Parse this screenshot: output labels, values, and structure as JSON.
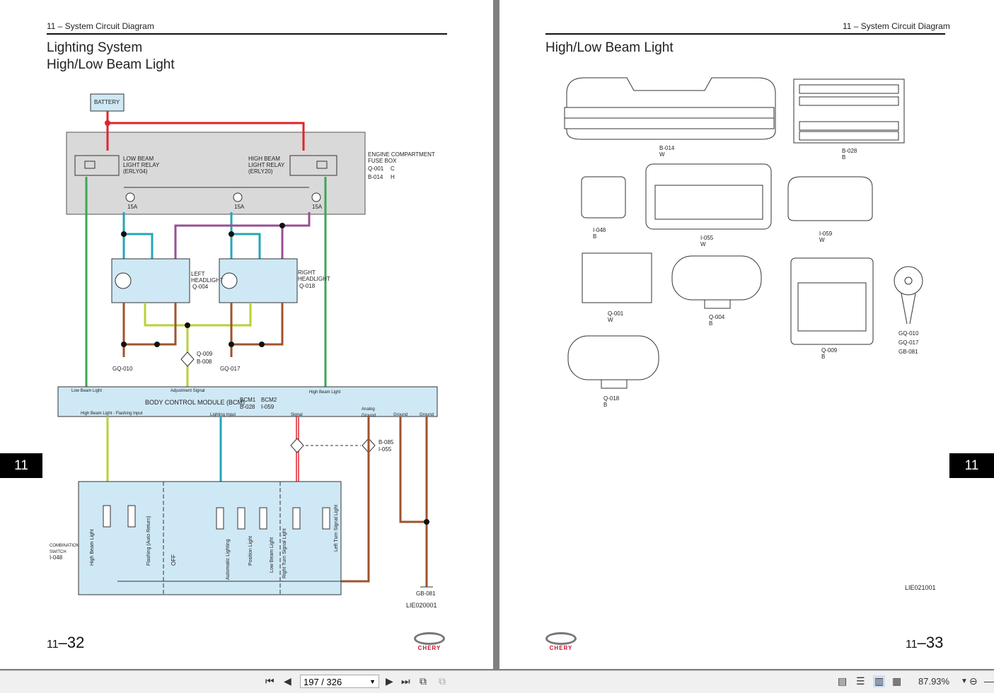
{
  "left_page": {
    "header": "11 – System Circuit Diagram",
    "title_line1": "Lighting System",
    "title_line2": "High/Low Beam Light",
    "chapter_tab": "11",
    "page_prefix": "11",
    "page_suffix": "–32",
    "diagram_code": "LIE020001",
    "labels": {
      "battery": "BATTERY",
      "fuse_box": "ENGINE COMPARTMENT FUSE BOX",
      "fuse_box_c": "C",
      "fuse_box_h": "H",
      "conn_q001": "Q-001",
      "conn_b014": "B-014",
      "low_beam_relay": "LOW BEAM LIGHT RELAY (ERLY04)",
      "high_beam_relay": "HIGH BEAM LIGHT RELAY (ERLY20)",
      "left_headlight": "LEFT HEADLIGHT",
      "left_headlight_code": "Q-004",
      "right_headlight": "RIGHT HEADLIGHT",
      "right_headlight_code": "Q-018",
      "bcm": "BODY CONTROL MODULE (BCM)",
      "bcm1": "BCM1",
      "bcm2": "BCM2",
      "bcm1_code": "B-028",
      "bcm2_code": "I-059",
      "combination_switch": "COMBINATION SWITCH",
      "combination_switch_code": "I-048",
      "gq010": "GQ-010",
      "gq017": "GQ-017",
      "gb081": "GB-081",
      "q009": "Q-009",
      "b008": "B-008",
      "b085": "B-085",
      "i055": "I-055",
      "fuse_15a": "15A",
      "low_beam_light": "Low Beam Light",
      "adjustment_signal": "Adjustment Signal",
      "high_beam_light": "High Beam Light",
      "flashing_input": "High Beam Light - Flashing Input",
      "lighting_input": "Lighting Input",
      "signal": "Signal",
      "analog_ground": "Analog Ground",
      "ground": "Ground",
      "sw_high_beam": "High Beam Light",
      "sw_flashing": "Flashing (Auto Return)",
      "sw_off": "OFF",
      "sw_auto": "Automatic Lighting",
      "sw_position": "Position Light",
      "sw_low_beam": "Low Beam Light",
      "sw_right_turn": "Right Turn Signal Light",
      "sw_left_turn": "Left Turn Signal Light"
    }
  },
  "right_page": {
    "header": "11 – System Circuit Diagram",
    "title": "High/Low Beam Light",
    "chapter_tab": "11",
    "page_prefix": "11",
    "page_suffix": "–33",
    "diagram_code": "LIE021001",
    "connectors": [
      {
        "code": "B-014",
        "color": "W"
      },
      {
        "code": "B-028",
        "color": "B"
      },
      {
        "code": "I-048",
        "color": "B"
      },
      {
        "code": "I-055",
        "color": "W"
      },
      {
        "code": "I-059",
        "color": "W"
      },
      {
        "code": "Q-001",
        "color": "W"
      },
      {
        "code": "Q-004",
        "color": "B"
      },
      {
        "code": "Q-009",
        "color": "B"
      },
      {
        "code": "Q-018",
        "color": "B"
      }
    ],
    "ground_codes": [
      "GQ-010",
      "GQ-017",
      "GB-081"
    ]
  },
  "logo_text": "CHERY",
  "toolbar": {
    "page_indicator": "197 / 326",
    "zoom": "87.93%"
  },
  "colors": {
    "red_wire": "#e0242c",
    "green_wire": "#3aa655",
    "cyan_wire": "#22a7b8",
    "purple_wire": "#9a4e93",
    "yellowgreen_wire": "#b5d334",
    "brown_wire": "#a0522d",
    "module_fill": "#cfe8f5"
  }
}
